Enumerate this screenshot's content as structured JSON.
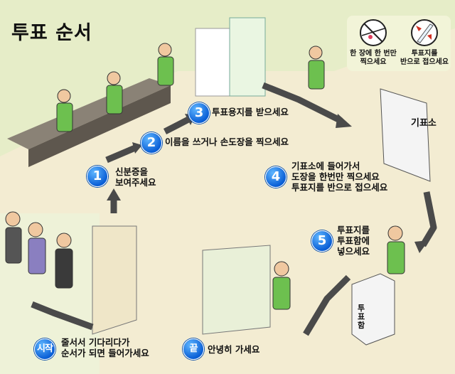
{
  "title": "투표 순서",
  "steps": [
    {
      "num": "1",
      "text": "신분증을\n보여주세요"
    },
    {
      "num": "2",
      "text": "이름을 쓰거나 손도장을 찍으세요"
    },
    {
      "num": "3",
      "text": "투표용지를 받으세요"
    },
    {
      "num": "4",
      "text": "기표소에 들어가서\n도장을 한번만 찍으세요\n투표지를 반으로 접으세요"
    },
    {
      "num": "5",
      "text": "투표지를\n투표함에\n넣으세요"
    }
  ],
  "start": {
    "badge": "시작",
    "text": "줄서서 기다리다가\n순서가 되면 들어가세요"
  },
  "end": {
    "badge": "끝",
    "text": "안녕히 가세요"
  },
  "tips": [
    {
      "icon": "stamp-once-icon",
      "text": "한 장에 한 번만\n찍으세요"
    },
    {
      "icon": "fold-ballot-icon",
      "text": "투표지를\n반으로 접으세요"
    }
  ],
  "booth_label": "기표소",
  "ballot_box_label": "투표함",
  "colors": {
    "wall": "#e4ecc4",
    "floor": "#f3ecd2",
    "path": "#4a4a4a",
    "badge": "#0a5fd6"
  }
}
